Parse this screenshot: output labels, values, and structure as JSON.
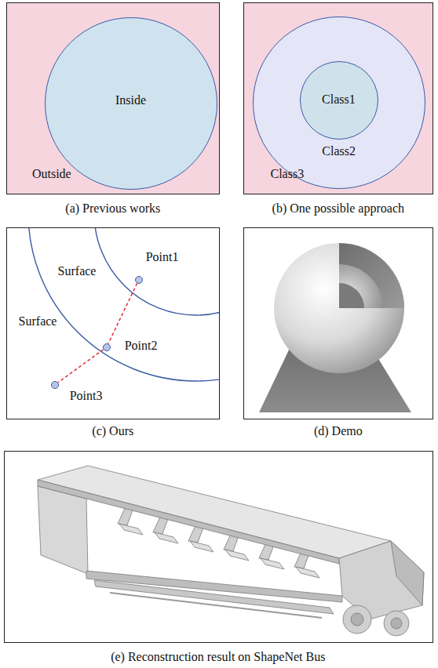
{
  "diagram": {
    "nodes": [
      {
        "text": [
          "Outside",
          "(a) Previous works"
        ]
      },
      {
        "text": [
          "Inside"
        ],
        "in": 0
      },
      {
        "text": [
          "Class3",
          "(b) One possible approach"
        ]
      },
      {
        "text": [
          "Class2"
        ],
        "in": 2
      },
      {
        "text": [
          "Class1"
        ],
        "in": 3
      },
      {
        "text": [
          "(c) Ours"
        ]
      },
      {
        "text": [
          "Point1"
        ],
        "in": 5
      },
      {
        "text": [
          "Point2"
        ],
        "in": 5
      },
      {
        "text": [
          "Point3"
        ],
        "in": 5
      },
      {
        "text": [
          "(d) Demo"
        ]
      },
      {
        "text": [
          "(e) Reconstruction result on ShapeNet Bus"
        ]
      }
    ],
    "edges": [
      {
        "from": 6,
        "to": 7,
        "arrow": "none"
      },
      {
        "from": 7,
        "to": 8,
        "arrow": "none"
      }
    ],
    "labels": [
      "Surface",
      "Surface"
    ]
  }
}
